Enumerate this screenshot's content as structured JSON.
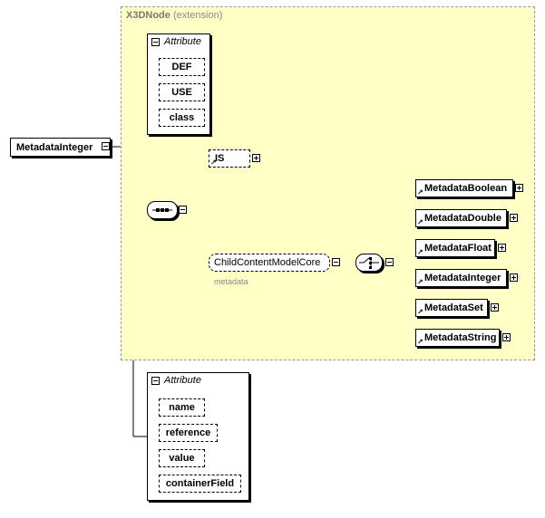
{
  "extension": {
    "base": "X3DNode",
    "qualifier": "(extension)"
  },
  "root": {
    "label": "MetadataInteger"
  },
  "attribute_group_1": {
    "title": "Attribute",
    "items": [
      "DEF",
      "USE",
      "class"
    ]
  },
  "attribute_group_2": {
    "title": "Attribute",
    "items": [
      "name",
      "reference",
      "value",
      "containerField"
    ]
  },
  "is_node": {
    "label": "IS"
  },
  "child_content": {
    "label": "ChildContentModelCore",
    "sublabel": "metadata"
  },
  "choices": [
    "MetadataBoolean",
    "MetadataDouble",
    "MetadataFloat",
    "MetadataInteger",
    "MetadataSet",
    "MetadataString"
  ],
  "icons": {
    "ref": "arrow-ne-icon",
    "expand": "plus-icon",
    "collapse": "minus-icon"
  }
}
